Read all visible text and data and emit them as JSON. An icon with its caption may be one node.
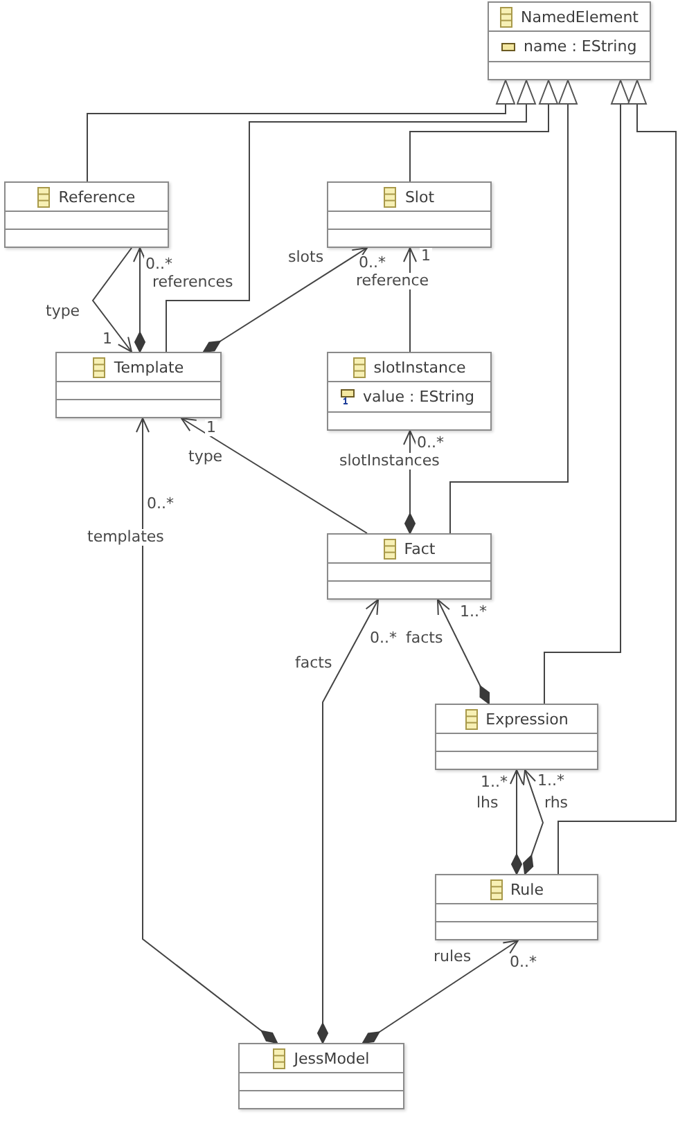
{
  "diagram": {
    "nodes": [
      {
        "text": [
          "NamedElement",
          "name : EString"
        ]
      },
      {
        "text": [
          "Reference"
        ]
      },
      {
        "text": [
          "Slot"
        ]
      },
      {
        "text": [
          "Template"
        ]
      },
      {
        "text": [
          "slotInstance",
          "value : EString"
        ]
      },
      {
        "text": [
          "Fact"
        ]
      },
      {
        "text": [
          "Expression"
        ]
      },
      {
        "text": [
          "Rule"
        ]
      },
      {
        "text": [
          "JessModel"
        ]
      }
    ],
    "edges": [
      {
        "from": 1,
        "to": 0,
        "arrow": "to"
      },
      {
        "from": 3,
        "to": 0,
        "arrow": "to"
      },
      {
        "from": 2,
        "to": 0,
        "arrow": "to"
      },
      {
        "from": 5,
        "to": 0,
        "arrow": "to"
      },
      {
        "from": 6,
        "to": 0,
        "arrow": "to"
      },
      {
        "from": 7,
        "to": 0,
        "arrow": "to"
      },
      {
        "from": 3,
        "to": 1,
        "arrow": "to",
        "label": "references"
      },
      {
        "from": 1,
        "to": 3,
        "arrow": "to",
        "label": "type"
      },
      {
        "from": 3,
        "to": 2,
        "arrow": "to",
        "label": "slots"
      },
      {
        "from": 4,
        "to": 2,
        "arrow": "to",
        "label": "reference"
      },
      {
        "from": 5,
        "to": 4,
        "arrow": "to",
        "label": "slotInstances"
      },
      {
        "from": 5,
        "to": 3,
        "arrow": "to",
        "label": "type"
      },
      {
        "from": 8,
        "to": 3,
        "arrow": "to",
        "label": "templates"
      },
      {
        "from": 8,
        "to": 5,
        "arrow": "to",
        "label": "facts"
      },
      {
        "from": 6,
        "to": 5,
        "arrow": "to",
        "label": "facts"
      },
      {
        "from": 7,
        "to": 6,
        "arrow": "to",
        "label": "lhs"
      },
      {
        "from": 7,
        "to": 6,
        "arrow": "to",
        "label": "rhs"
      },
      {
        "from": 8,
        "to": 7,
        "arrow": "to",
        "label": "rules"
      }
    ],
    "labels": [
      "1",
      "0..*",
      "0..*",
      "1",
      "1",
      "0..*",
      "0..*",
      "1..*",
      "0..*",
      "1..*",
      "1..*",
      "0..*"
    ]
  }
}
